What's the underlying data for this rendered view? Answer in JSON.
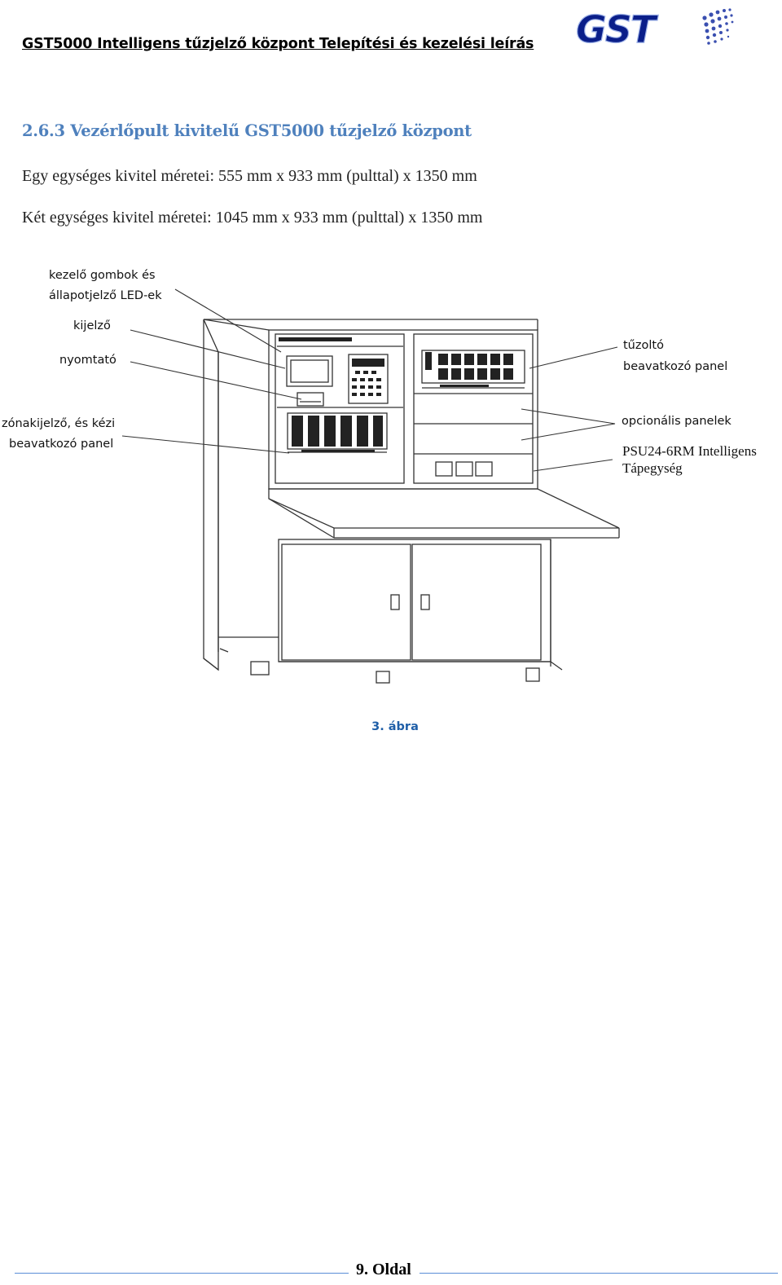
{
  "header": {
    "title": "GST5000 Intelligens tűzjelző központ Telepítési és kezelési leírás",
    "logo_text": "GST"
  },
  "section": {
    "title": "2.6.3 Vezérlőpult kivitelű GST5000 tűzjelző központ",
    "lines": [
      "Egy egységes kivitel méretei: 555 mm x 933 mm (pulttal) x 1350 mm",
      "Két egységes kivitel méretei: 1045 mm x 933 mm (pulttal) x 1350 mm"
    ]
  },
  "figure": {
    "labels": {
      "buttons_line1": "kezelő gombok és",
      "buttons_line2": "állapotjelző LED-ek",
      "display": "kijelző",
      "printer": "nyomtató",
      "zone_line1": "zónakijelző, és kézi",
      "zone_line2": "beavatkozó panel",
      "fire_line1": "tűzoltó",
      "fire_line2": "beavatkozó panel",
      "optional": "opcionális panelek",
      "psu_line1": "PSU24-6RM Intelligens",
      "psu_line2": "Tápegység"
    },
    "caption": "3. ábra"
  },
  "footer": {
    "page": "9. Oldal"
  },
  "colors": {
    "heading_blue": "#4f81bd",
    "caption_blue": "#1f5fa8",
    "footer_rule": "#5b8ed6"
  }
}
